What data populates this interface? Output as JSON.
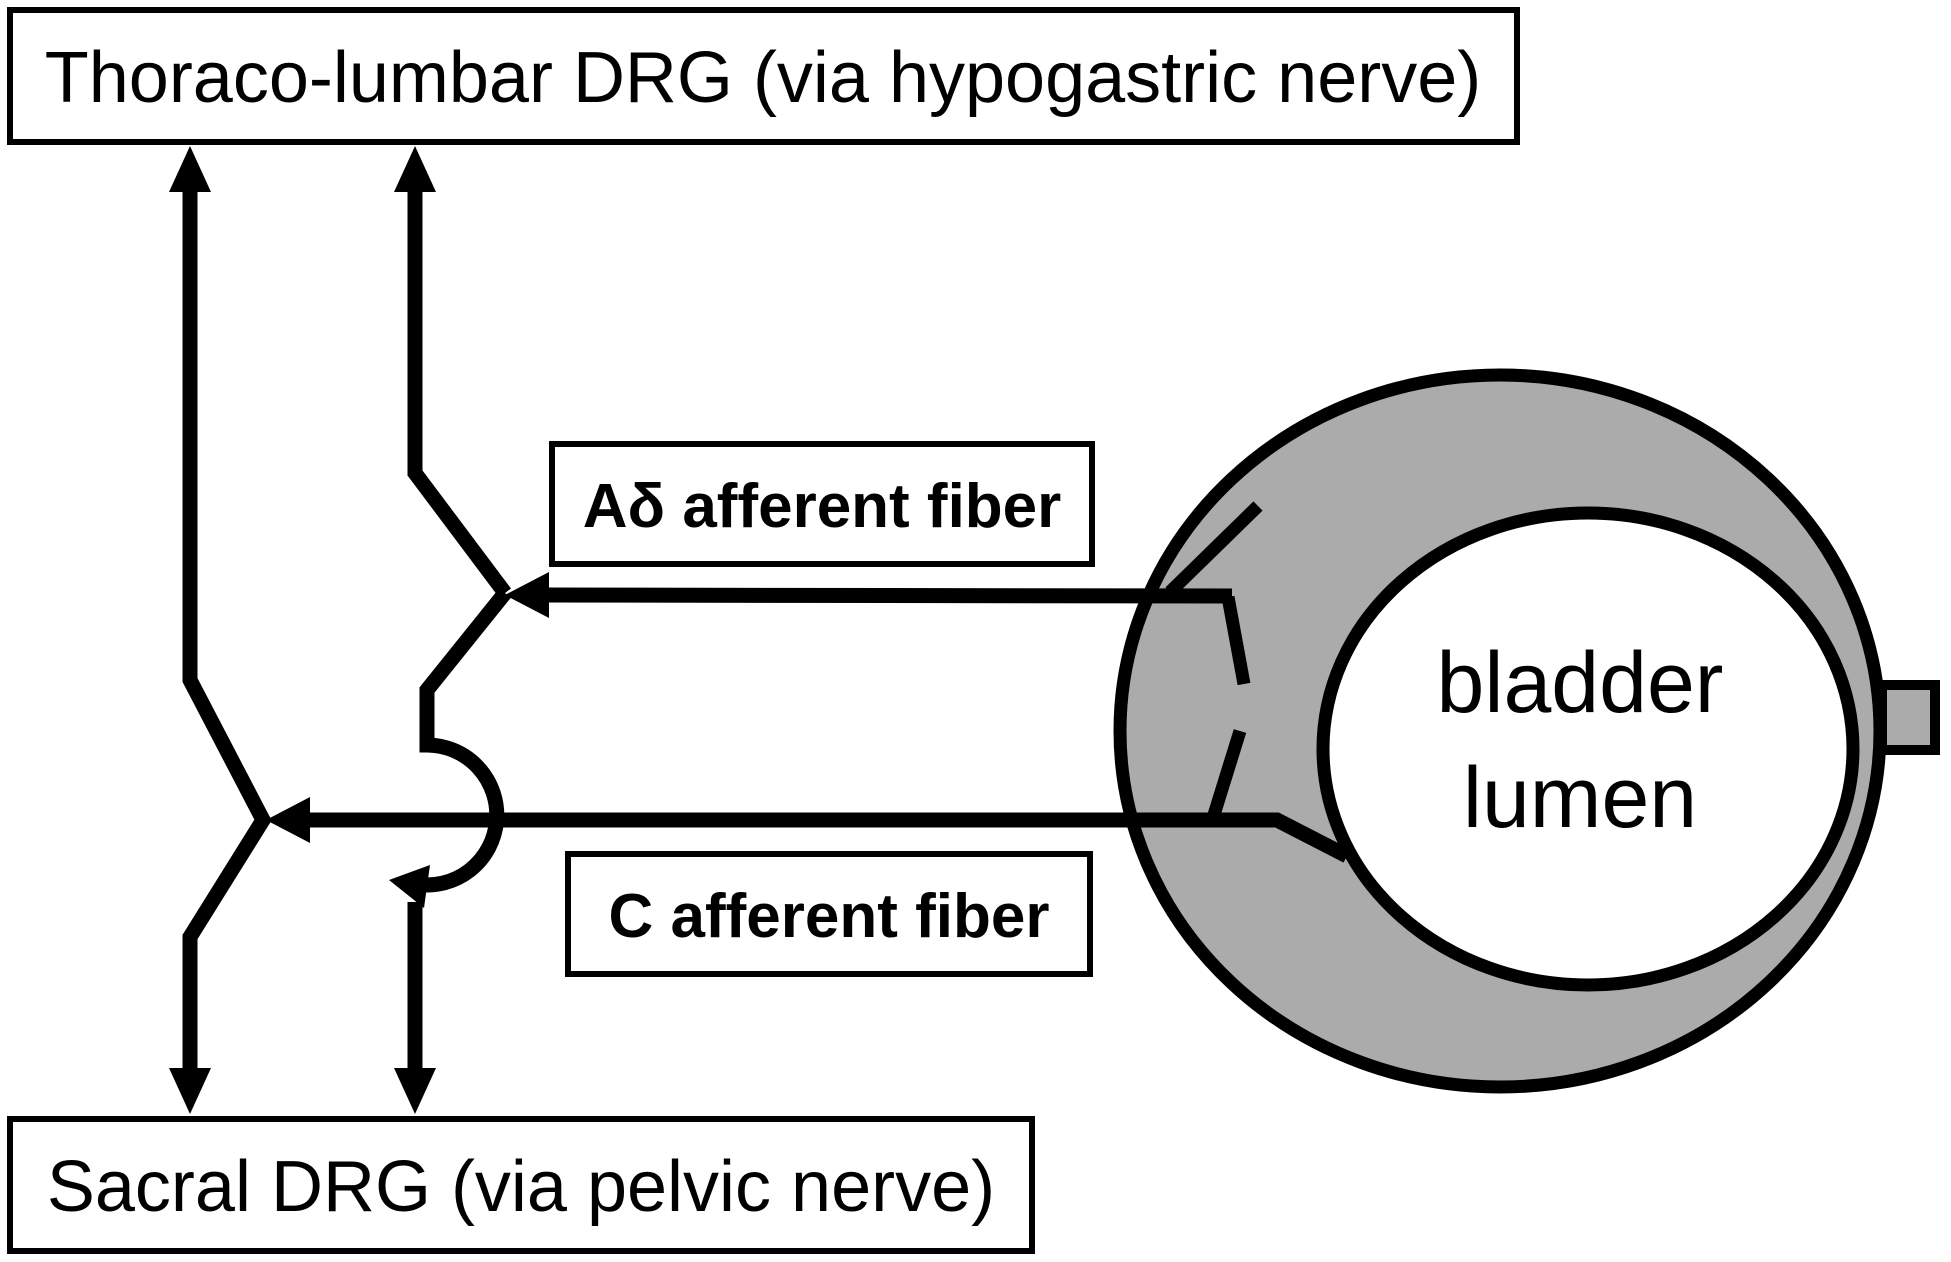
{
  "diagram": {
    "title_meaning": "Bladder afferent pathways",
    "colors": {
      "background": "#ffffff",
      "line": "#000000",
      "bladder_wall_fill": "#ababab",
      "lumen_fill": "#ffffff"
    },
    "boxes": {
      "thoracolumbar": {
        "label": "Thoraco-lumbar DRG (via hypogastric nerve)"
      },
      "sacral": {
        "label": "Sacral DRG (via pelvic nerve)"
      },
      "a_delta": {
        "label": "Aδ afferent fiber"
      },
      "c_fiber": {
        "label": "C afferent fiber"
      }
    },
    "bladder": {
      "label_line1": "bladder",
      "label_line2": "lumen"
    }
  }
}
